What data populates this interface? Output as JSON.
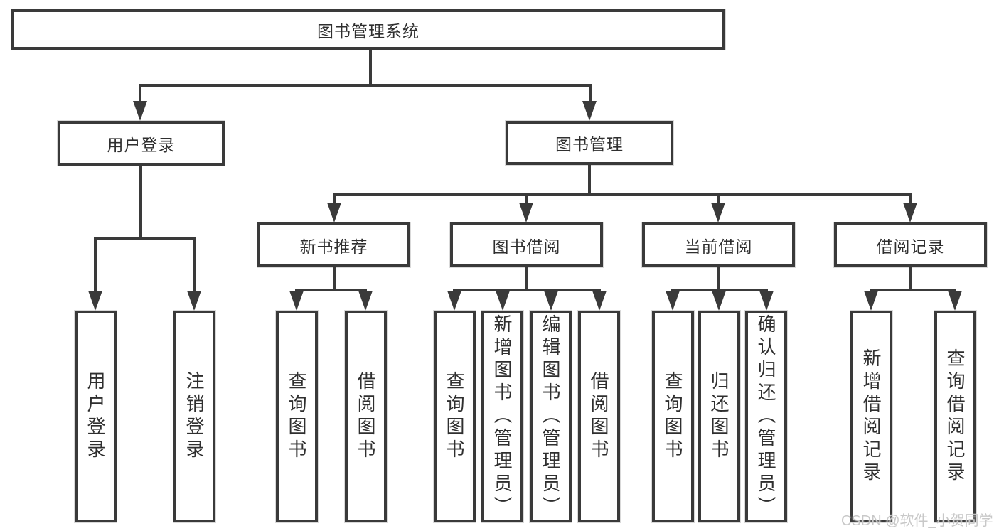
{
  "diagram": {
    "root": "图书管理系统",
    "level2": {
      "user": "用户登录",
      "book": "图书管理"
    },
    "level3": {
      "newbook": "新书推荐",
      "borrow": "图书借阅",
      "current": "当前借阅",
      "records": "借阅记录"
    },
    "leaves": {
      "user": [
        "用户登录",
        "注销登录"
      ],
      "newbook": [
        "查询图书",
        "借阅图书"
      ],
      "borrow": [
        "查询图书",
        "新增图书（管理员）",
        "编辑图书（管理员）",
        "借阅图书"
      ],
      "current": [
        "查询图书",
        "归还图书",
        "确认归还（管理员）"
      ],
      "records": [
        "新增借阅记录",
        "查询借阅记录"
      ]
    }
  },
  "watermark": "CSDN @软件_小贺同学",
  "colors": {
    "line": "#3a3a3a",
    "text": "#2f2f2f",
    "watermark": "#c8c8c8",
    "background": "#ffffff"
  }
}
